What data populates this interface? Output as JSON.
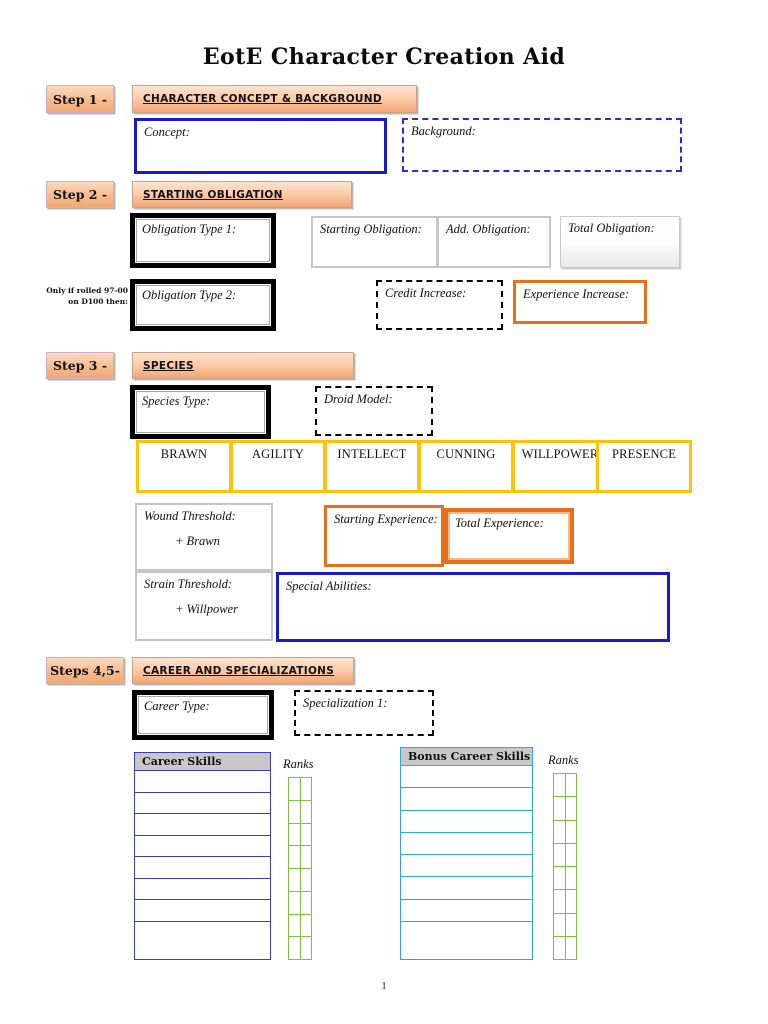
{
  "document": {
    "title": "EotE Character Creation Aid",
    "page_number": "1"
  },
  "steps": [
    {
      "pill": "Step 1 -",
      "banner": "Character  Concept & Background"
    },
    {
      "pill": "Step 2 -",
      "banner": "Starting Obligation"
    },
    {
      "pill": "Step 3 -",
      "banner": "Species"
    },
    {
      "pill": "Steps 4,5-",
      "banner": "Career and Specializations"
    }
  ],
  "step1": {
    "concept_label": "Concept:",
    "background_label": "Background:"
  },
  "step2": {
    "obligation_type_1": "Obligation Type 1:",
    "obligation_type_2": "Obligation Type 2:",
    "starting_obligation": "Starting Obligation:",
    "add_obligation": "Add. Obligation:",
    "total_obligation": "Total Obligation:",
    "credit_increase": "Credit Increase:",
    "experience_increase": "Experience Increase:",
    "note": "Only if rolled 97-00 on D100 then:"
  },
  "step3": {
    "species_type": "Species Type:",
    "droid_model": "Droid Model:",
    "characteristics": [
      "BRAWN",
      "AGILITY",
      "INTELLECT",
      "CUNNING",
      "WILLPOWER",
      "PRESENCE"
    ],
    "wound_threshold": "Wound Threshold:",
    "wound_modifier": "+ Brawn",
    "strain_threshold": "Strain Threshold:",
    "strain_modifier": "+ Willpower",
    "starting_experience": "Starting Experience:",
    "total_experience": "Total Experience:",
    "special_abilities": "Special Abilities:"
  },
  "step45": {
    "career_type": "Career Type:",
    "specialization_1": "Specialization 1:",
    "career_skills_header": "Career Skills",
    "bonus_career_skills_header": "Bonus Career Skills",
    "ranks_label_left": "Ranks",
    "ranks_label_right": "Ranks",
    "career_skills_rows": [
      "",
      "",
      "",
      "",
      "",
      "",
      "",
      ""
    ],
    "bonus_career_skills_rows": [
      "",
      "",
      "",
      "",
      "",
      "",
      "",
      ""
    ],
    "ranks_rows": 8,
    "ranks_cols": 2
  },
  "colors": {
    "step_pill": "#f6bc93",
    "banner": "#fbcba7",
    "blue": "#1a1acc",
    "orange": "#e8701a",
    "gold": "#ffc20a",
    "green": "#7bc143",
    "cyan": "#2ea8dd",
    "indigo": "#3b3bbf",
    "gray": "#c6c6c6"
  }
}
